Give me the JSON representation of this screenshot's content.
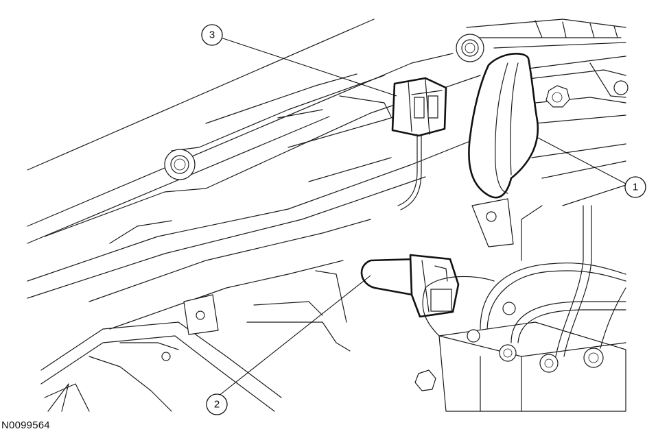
{
  "figure": {
    "id": "N0099564"
  },
  "callouts": [
    {
      "label": "1",
      "part": "horn"
    },
    {
      "label": "2",
      "part": "connector-bulb"
    },
    {
      "label": "3",
      "part": "electrical-connector"
    }
  ],
  "colors": {
    "line": "#1a1a1a",
    "background": "#ffffff"
  }
}
